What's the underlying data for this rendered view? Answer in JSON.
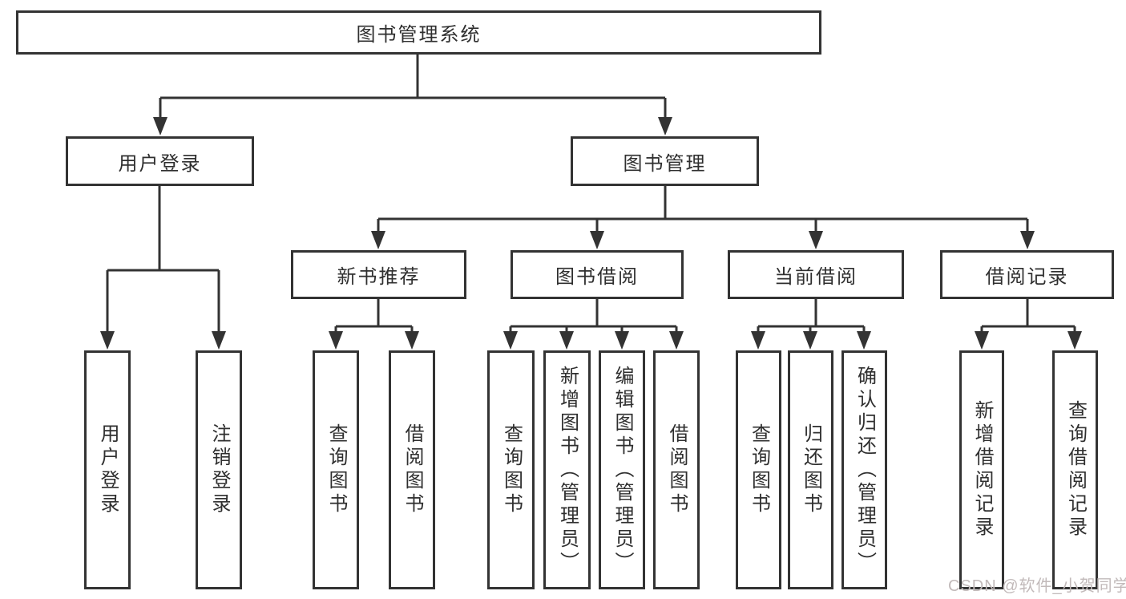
{
  "diagram_title": "图书管理系统",
  "nodes": {
    "root": "图书管理系统",
    "user_login": "用户登录",
    "book_mgmt": "图书管理",
    "new_book_rec": "新书推荐",
    "book_borrow": "图书借阅",
    "current_borrow": "当前借阅",
    "borrow_records": "借阅记录"
  },
  "leaves": {
    "user_login": "用户登录",
    "logout": "注销登录",
    "query_books_newrec": "查询图书",
    "borrow_books_newrec": "借阅图书",
    "query_books_borrow": "查询图书",
    "add_books_admin": "新增图书（管理员）",
    "edit_books_admin": "编辑图书（管理员）",
    "borrow_books_borrow": "借阅图书",
    "query_books_current": "查询图书",
    "return_books": "归还图书",
    "confirm_return_admin": "确认归还（管理员）",
    "add_borrow_record": "新增借阅记录",
    "query_borrow_record": "查询借阅记录"
  },
  "watermark": "CSDN @软件_小贺同学",
  "colors": {
    "line": "#333333",
    "text": "#2f2f2f",
    "watermark": "#c2baba",
    "background": "#ffffff"
  }
}
